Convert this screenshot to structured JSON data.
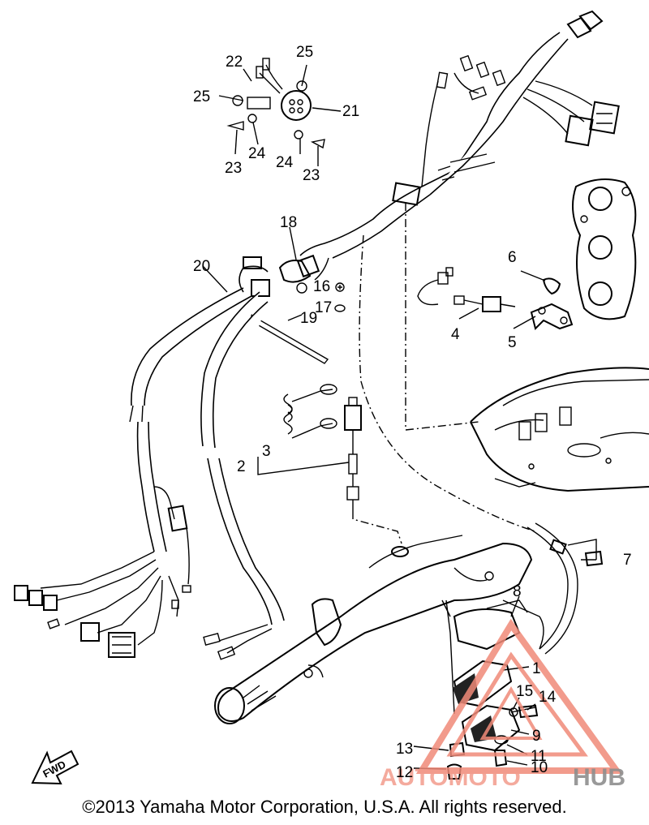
{
  "callouts": [
    {
      "id": "c25a",
      "text": "25"
    },
    {
      "id": "c22",
      "text": "22"
    },
    {
      "id": "c25b",
      "text": "25"
    },
    {
      "id": "c21",
      "text": "21"
    },
    {
      "id": "c24a",
      "text": "24"
    },
    {
      "id": "c23a",
      "text": "23"
    },
    {
      "id": "c24b",
      "text": "24"
    },
    {
      "id": "c23b",
      "text": "23"
    },
    {
      "id": "c18",
      "text": "18"
    },
    {
      "id": "c20",
      "text": "20"
    },
    {
      "id": "c16",
      "text": "16"
    },
    {
      "id": "c17",
      "text": "17"
    },
    {
      "id": "c19",
      "text": "19"
    },
    {
      "id": "c6",
      "text": "6"
    },
    {
      "id": "c4",
      "text": "4"
    },
    {
      "id": "c5",
      "text": "5"
    },
    {
      "id": "c3",
      "text": "3"
    },
    {
      "id": "c2",
      "text": "2"
    },
    {
      "id": "c7",
      "text": "7"
    },
    {
      "id": "c8",
      "text": "8"
    },
    {
      "id": "c1",
      "text": "1"
    },
    {
      "id": "c15",
      "text": "15"
    },
    {
      "id": "c14",
      "text": "14"
    },
    {
      "id": "c9",
      "text": "9"
    },
    {
      "id": "c13",
      "text": "13"
    },
    {
      "id": "c11",
      "text": "11"
    },
    {
      "id": "c12",
      "text": "12"
    },
    {
      "id": "c10",
      "text": "10"
    }
  ],
  "fwd_label": "FWD",
  "watermark": {
    "part1": "AUTOMOTO",
    "part2": "HUB"
  },
  "copyright": "©2013 Yamaha Motor Corporation, U.S.A. All rights reserved.",
  "colors": {
    "line": "#000000",
    "watermark_red": "#f08a78",
    "watermark_gray": "#7a7a7a"
  }
}
